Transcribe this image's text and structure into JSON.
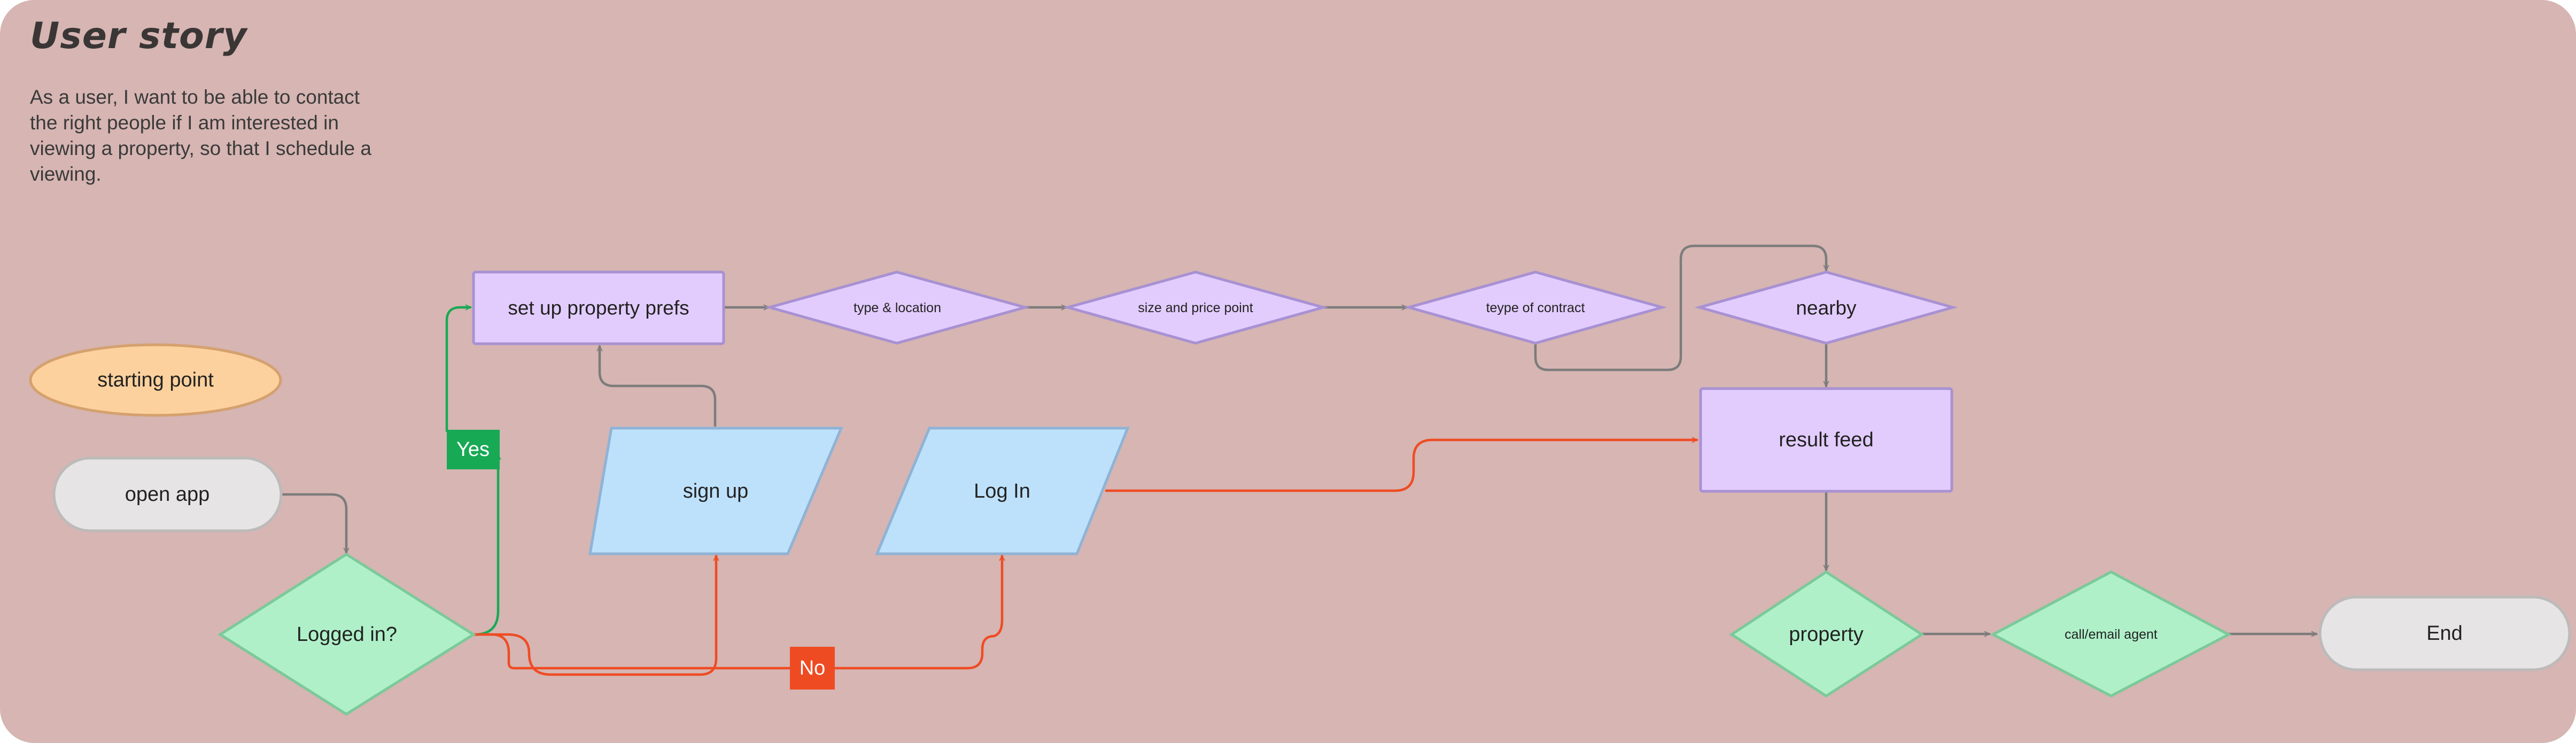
{
  "header": {
    "title": "User story",
    "description": "As a user, I want to be able to contact the right people if I am interested in viewing a property, so that I schedule a viewing."
  },
  "nodes": {
    "starting_point": "starting point",
    "open_app": "open app",
    "logged_in": "Logged in?",
    "setup_prefs": "set up property prefs",
    "type_location": "type & location",
    "size_price": "size and price point",
    "contract_type": "teype of contract",
    "nearby": "nearby",
    "sign_up": "sign up",
    "log_in": "Log In",
    "result_feed": "result feed",
    "property": "property",
    "call_email": "call/email agent",
    "end": "End"
  },
  "edge_labels": {
    "yes": "Yes",
    "no": "No"
  },
  "colors": {
    "board": "#d6b5b2",
    "terminal_fill": "#e6e4e4",
    "start_fill": "#fdd19d",
    "decision_green": "#aff0c9",
    "process_purple": "#e2ccfd",
    "input_blue": "#bee1fb",
    "yes_tag": "#18a955",
    "no_tag": "#ef4b23",
    "connector_gray": "#7c7c7c",
    "connector_red": "#ef4b23",
    "connector_green": "#18a955"
  }
}
